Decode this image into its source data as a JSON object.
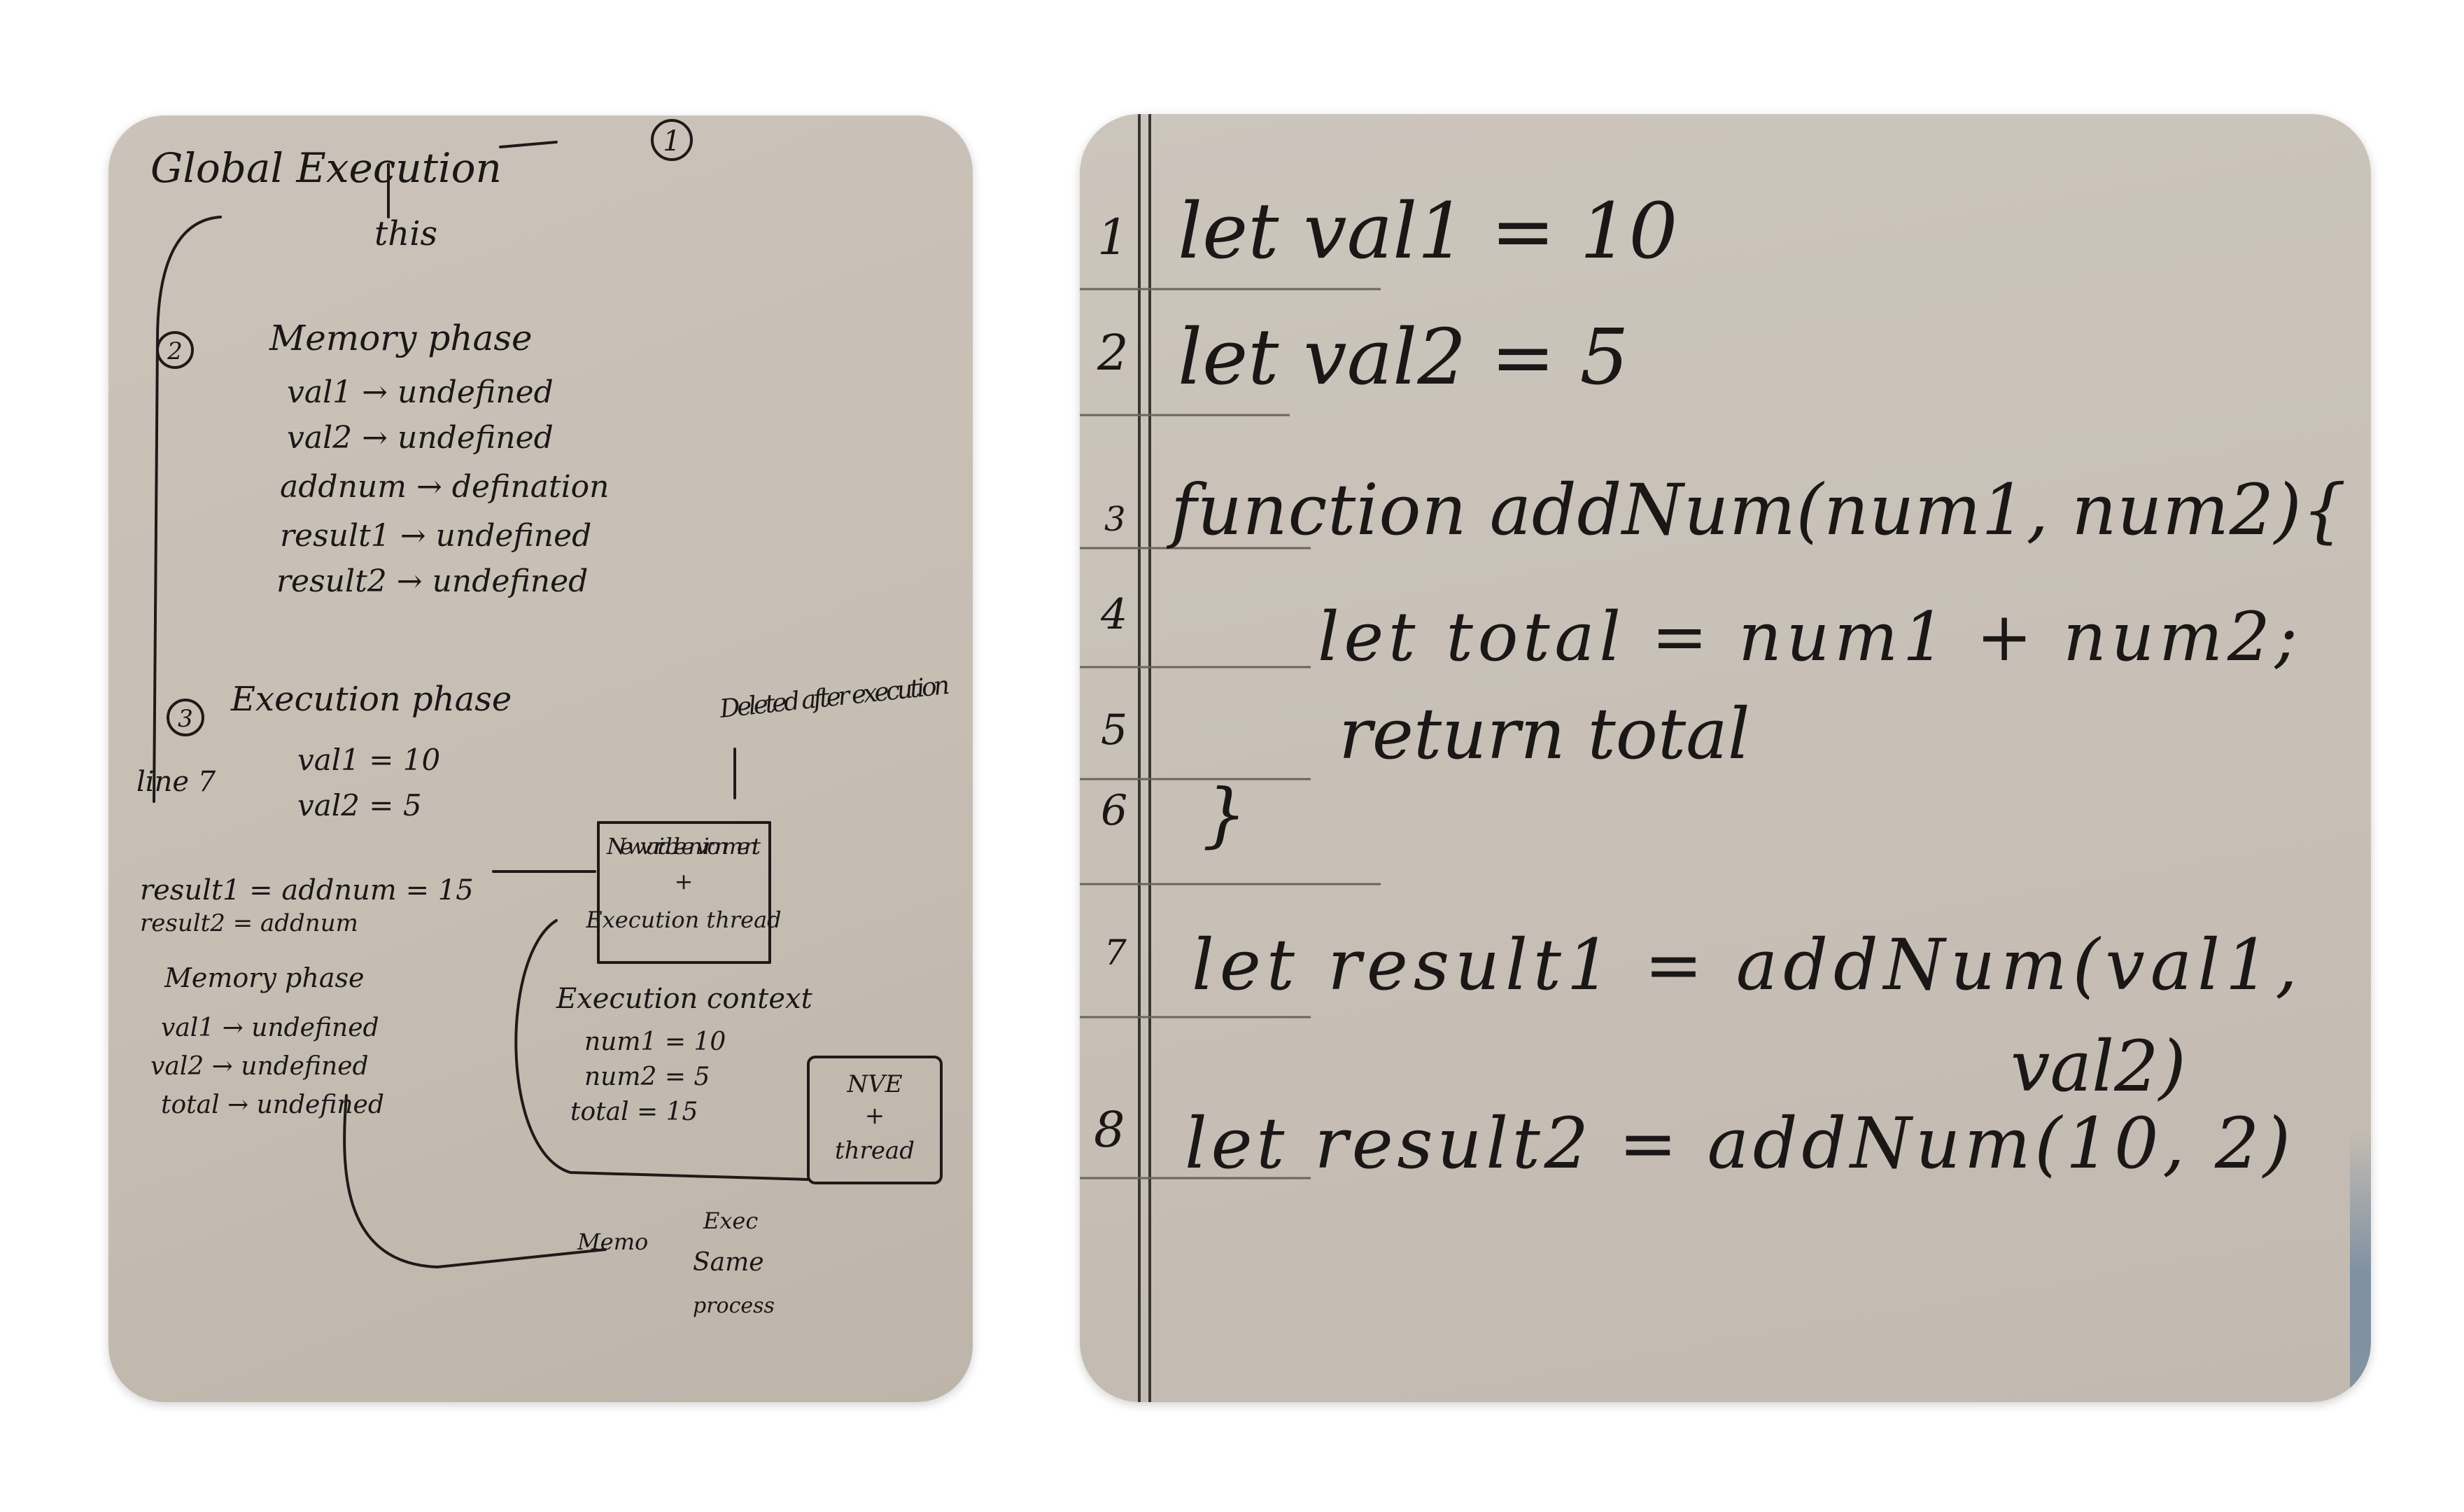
{
  "left_page": {
    "title": "Global Execution",
    "title_marker": "1",
    "this_label": "this",
    "memory_phase": {
      "marker": "2",
      "heading": "Memory phase",
      "lines": [
        "val1 → undefined",
        "val2 → undefined",
        "addnum → defination",
        "result1 → undefined",
        "result2 → undefined"
      ]
    },
    "execution_phase": {
      "marker": "3",
      "heading": "Execution phase",
      "deleted_note": "Deleted after execution",
      "line_ref": "line 7",
      "assignments": [
        "val1 = 10",
        "val2 = 5"
      ],
      "result_lines": [
        "result1 = addnum = 15",
        "result2 = addnum"
      ],
      "box_text": [
        "New variable environment",
        "+",
        "Execution thread"
      ],
      "inner_memory": {
        "heading": "Memory phase",
        "lines": [
          "val1 → undefined",
          "val2 → undefined",
          "total → undefined"
        ]
      },
      "execution_context": {
        "heading": "Execution context",
        "lines": [
          "num1 = 10",
          "num2 = 5",
          "total = 15"
        ]
      },
      "nve_box": [
        "NVE",
        "+",
        "thread"
      ],
      "footer_labels": [
        "Memo",
        "Exec"
      ],
      "footer_note": [
        "Same",
        "process"
      ]
    }
  },
  "right_page": {
    "line_numbers": [
      "1",
      "2",
      "3",
      "4",
      "5",
      "6",
      "7",
      "8"
    ],
    "code_lines": [
      "let val1 = 10",
      "let val2 = 5",
      "function addNum(num1, num2){",
      "let total = num1 + num2;",
      "return total",
      "}",
      "let result1 = addNum(val1,",
      "val2)",
      "let result2 = addNum(10, 2)"
    ]
  }
}
